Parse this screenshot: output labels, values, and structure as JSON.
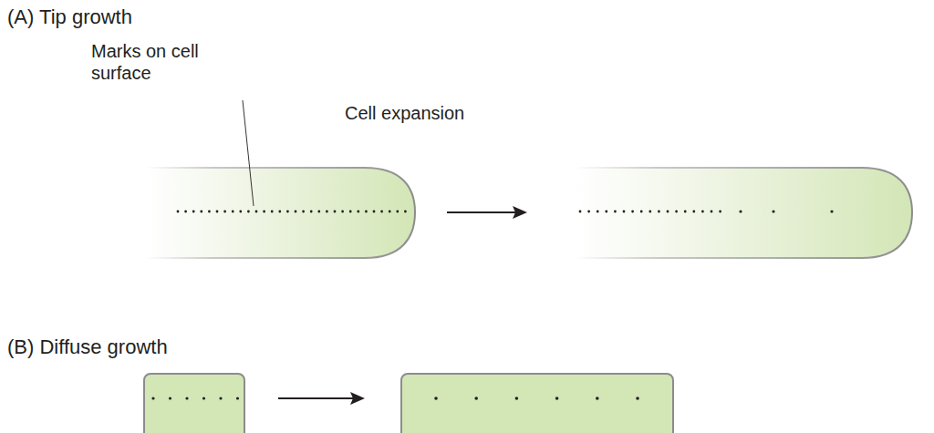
{
  "diagram": {
    "labels": [
      "(A) Tip growth",
      "Marks on cell surface",
      "Cell expansion",
      "(B) Diffuse growth"
    ]
  }
}
